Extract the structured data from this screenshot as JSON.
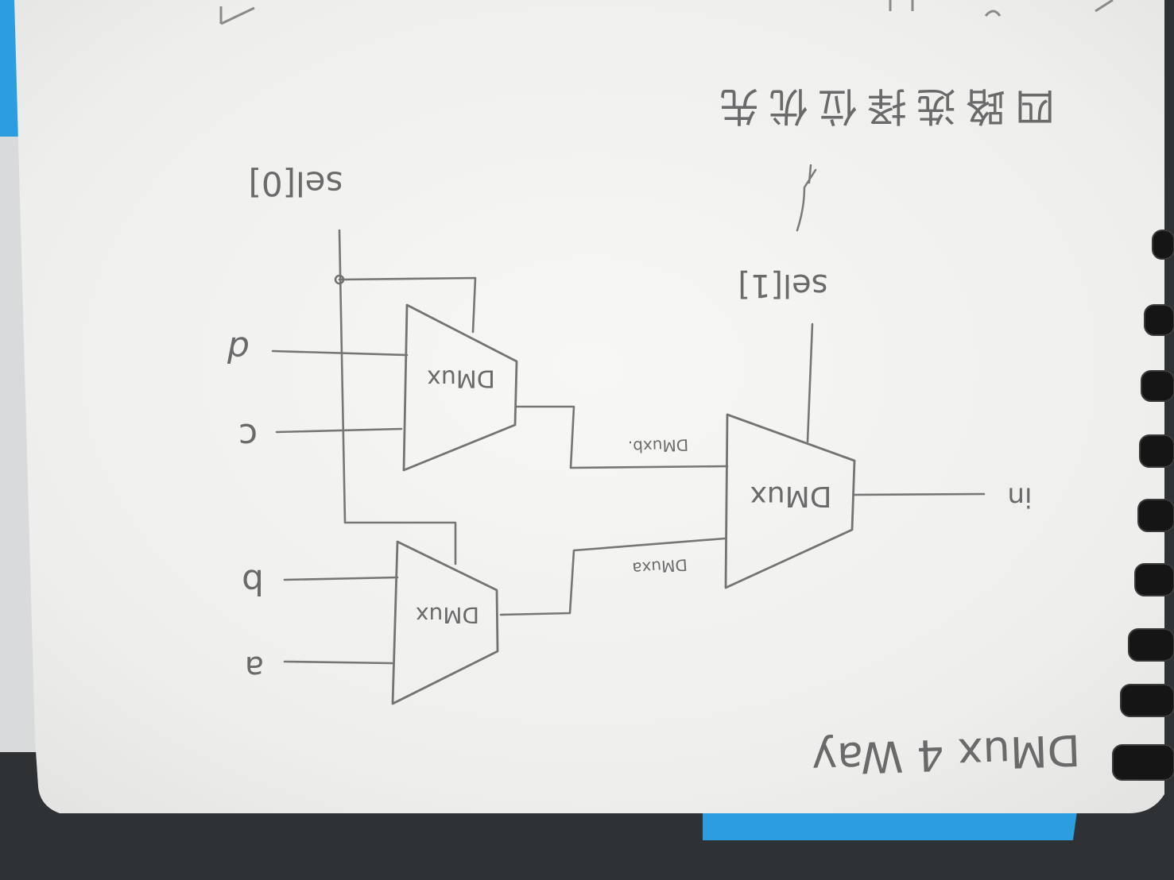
{
  "title": "DMux 4 Way",
  "note": "四路选择位优先",
  "inputs": {
    "a": "a",
    "b": "b",
    "c": "c",
    "d": "d"
  },
  "signals": {
    "in": "in",
    "sel0": "sel[0]",
    "sel1": "sel[1]"
  },
  "blocks": {
    "main": "DMux",
    "upper": "DMux",
    "lower": "DMux"
  },
  "wires": {
    "dmux_a": "DMuxa",
    "dmux_b": "DMuxb."
  },
  "colors": {
    "pencil": "#6e6e6e",
    "paper": "#f3f3f1",
    "tape": "#2b9ee0",
    "background": "#2e3234"
  }
}
